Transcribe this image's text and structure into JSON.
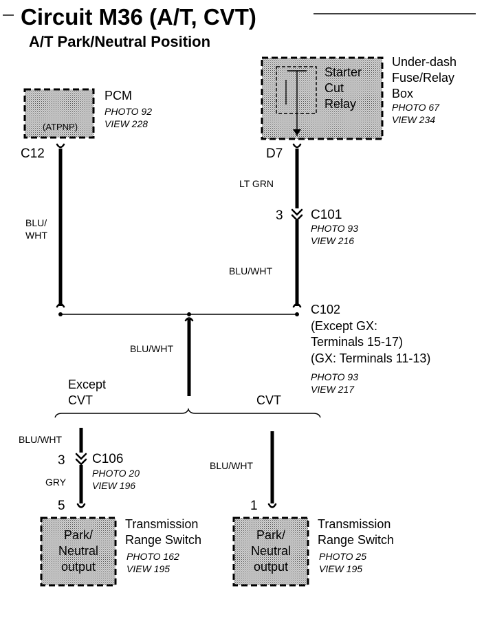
{
  "title": "Circuit M36 (A/T, CVT)",
  "subtitle": "A/T Park/Neutral Position",
  "pcm": {
    "name": "PCM",
    "photo": "PHOTO 92",
    "view": "VIEW 228",
    "terminal_label": "(ATPNP)",
    "pin": "C12"
  },
  "fuse_box": {
    "name_lines": [
      "Under-dash",
      "Fuse/Relay",
      "Box"
    ],
    "photo": "PHOTO 67",
    "view": "VIEW 234",
    "relay_lines": [
      "Starter",
      "Cut",
      "Relay"
    ],
    "pin": "D7"
  },
  "wires": {
    "pcm_wire": [
      "BLU/",
      "WHT"
    ],
    "relay_wire": "LT GRN",
    "c101_to_c102": "BLU/WHT",
    "trunk": "BLU/WHT",
    "left_upper": "BLU/WHT",
    "left_lower": "GRY",
    "right": "BLU/WHT"
  },
  "c101": {
    "name": "C101",
    "pin": "3",
    "photo": "PHOTO 93",
    "view": "VIEW 216"
  },
  "c102": {
    "lines": [
      "C102",
      "(Except GX:",
      "Terminals 15-17)",
      "(GX: Terminals 11-13)"
    ],
    "photo": "PHOTO 93",
    "view": "VIEW 217"
  },
  "branches": {
    "except_cvt": [
      "Except",
      "CVT"
    ],
    "cvt": "CVT"
  },
  "c106": {
    "name": "C106",
    "pin": "3",
    "photo": "PHOTO 20",
    "view": "VIEW 196"
  },
  "switch_left": {
    "pin": "5",
    "name_lines": [
      "Transmission",
      "Range Switch"
    ],
    "photo": "PHOTO 162",
    "view": "VIEW 195",
    "box_lines": [
      "Park/",
      "Neutral",
      "output"
    ]
  },
  "switch_right": {
    "pin": "1",
    "name_lines": [
      "Transmission",
      "Range Switch"
    ],
    "photo": "PHOTO 25",
    "view": "VIEW 195",
    "box_lines": [
      "Park/",
      "Neutral",
      "output"
    ]
  },
  "colors": {
    "ink": "#000000",
    "box_fill": "#c4c4c4",
    "paper": "#ffffff"
  }
}
